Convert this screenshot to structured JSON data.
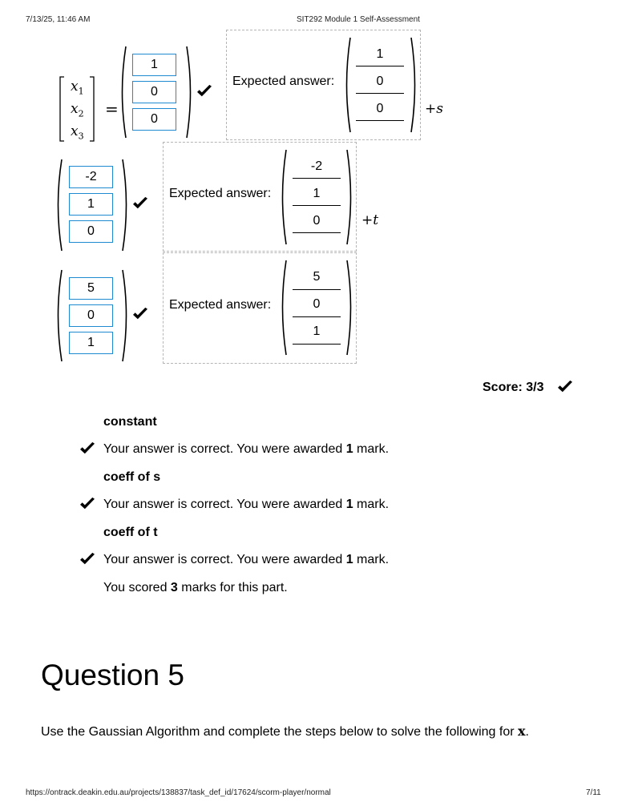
{
  "header": {
    "datetime": "7/13/25, 11:46 AM",
    "title": "SIT292 Module 1 Self-Assessment"
  },
  "equation": {
    "lhs": [
      "x1",
      "x2",
      "x3"
    ],
    "equals": "=",
    "plus_s": "+s",
    "plus_t": "+t",
    "expected_label": "Expected answer:",
    "constant": {
      "inputs": [
        "1",
        "0",
        "0"
      ],
      "expected": [
        "1",
        "0",
        "0"
      ]
    },
    "coeff_s": {
      "inputs": [
        "-2",
        "1",
        "0"
      ],
      "expected": [
        "-2",
        "1",
        "0"
      ]
    },
    "coeff_t": {
      "inputs": [
        "5",
        "0",
        "1"
      ],
      "expected": [
        "5",
        "0",
        "1"
      ]
    }
  },
  "score": {
    "text": "Score: 3/3"
  },
  "feedback": {
    "items": [
      {
        "heading": "constant",
        "pre": "Your answer is correct. You were awarded ",
        "marks": "1",
        "post": " mark."
      },
      {
        "heading": "coeff of s",
        "pre": "Your answer is correct. You were awarded ",
        "marks": "1",
        "post": " mark."
      },
      {
        "heading": "coeff of t",
        "pre": "Your answer is correct. You were awarded ",
        "marks": "1",
        "post": " mark."
      }
    ],
    "summary_pre": "You scored ",
    "summary_marks": "3",
    "summary_post": " marks for this part."
  },
  "question": {
    "title": "Question 5",
    "text": "Use the Gaussian Algorithm and complete the steps below to solve the following for ",
    "var": "x",
    "end": "."
  },
  "footer": {
    "url": "https://ontrack.deakin.edu.au/projects/138837/task_def_id/17624/scorm-player/normal",
    "page": "7/11"
  }
}
